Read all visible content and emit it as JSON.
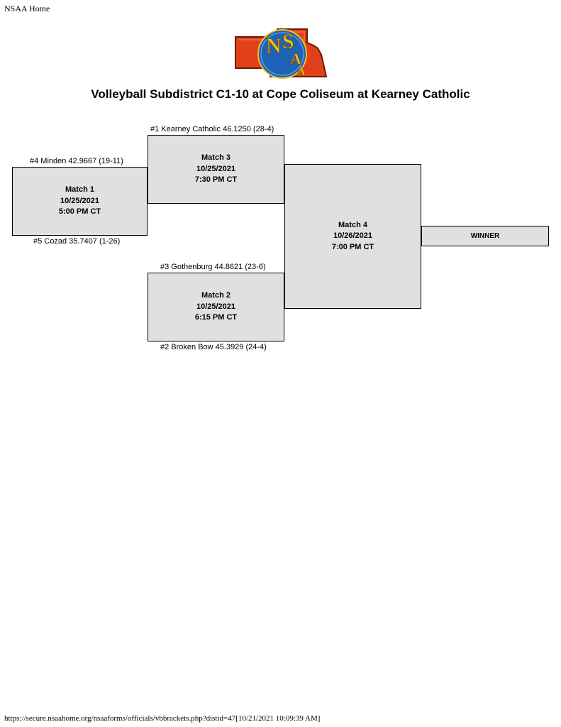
{
  "header": {
    "home_link": "NSAA Home"
  },
  "logo": {
    "letters": [
      "N",
      "S",
      "A",
      "A"
    ],
    "colors": {
      "state": "#e0401a",
      "disc": "#1e63b5",
      "text": "#f2c21a"
    }
  },
  "title": "Volleyball Subdistrict C1-10 at Cope Coliseum at Kearney Catholic",
  "bracket": {
    "match1": {
      "top_team": "#4 Minden 42.9667 (19-11)",
      "bottom_team": "#5 Cozad 35.7407 (1-26)",
      "label": "Match 1",
      "date": "10/25/2021",
      "time": "5:00 PM CT"
    },
    "match3": {
      "top_team": "#1 Kearney Catholic 46.1250 (28-4)",
      "label": "Match 3",
      "date": "10/25/2021",
      "time": "7:30 PM CT"
    },
    "match2": {
      "top_team": "#3 Gothenburg 44.8621 (23-6)",
      "bottom_team": "#2 Broken Bow 45.3929 (24-4)",
      "label": "Match 2",
      "date": "10/25/2021",
      "time": "6:15 PM CT"
    },
    "match4": {
      "label": "Match 4",
      "date": "10/26/2021",
      "time": "7:00 PM CT"
    },
    "winner_label": "WINNER"
  },
  "footer": {
    "url": "https://secure.nsaahome.org/nsaaforms/officials/vbbrackets.php?distid=47[10/21/2021 10:09:39 AM]"
  }
}
